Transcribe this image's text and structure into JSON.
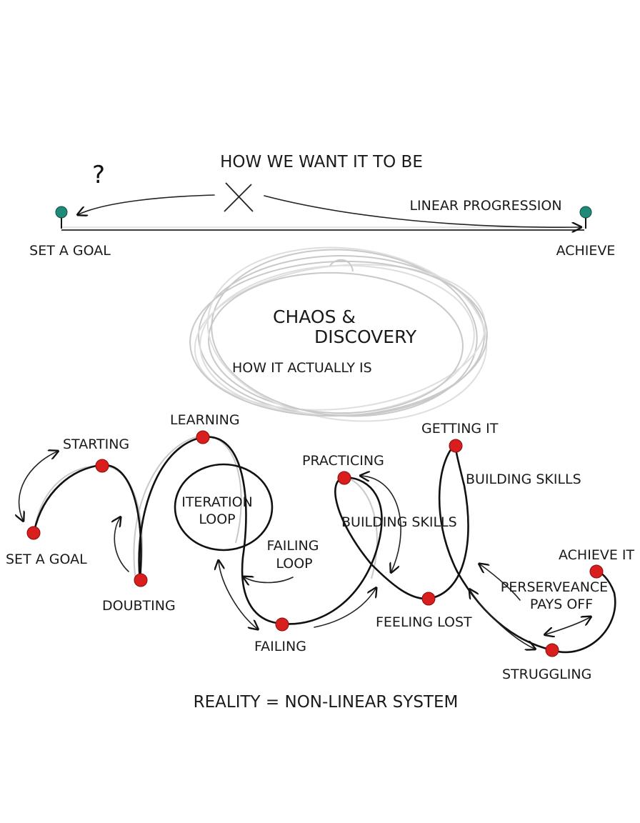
{
  "top": {
    "heading": "HOW WE WANT IT TO BE",
    "question_mark": "?",
    "cross_mark": "✕",
    "linear_label": "LINEAR PROGRESSION",
    "start_label": "SET A GOAL",
    "end_label": "ACHIEVE"
  },
  "cloud": {
    "title_line1": "CHAOS &",
    "title_line2": "DISCOVERY",
    "subtitle": "HOW IT ACTUALLY IS"
  },
  "stages": {
    "set_goal": "SET A GOAL",
    "starting": "STARTING",
    "learning": "LEARNING",
    "doubting": "DOUBTING",
    "iteration_line1": "ITERATION",
    "iteration_line2": "LOOP",
    "failing_loop_line1": "FAILING",
    "failing_loop_line2": "LOOP",
    "failing": "FAILING",
    "practicing": "PRACTICING",
    "building_skills_mid": "BUILDING SKILLS",
    "getting_it": "GETTING IT",
    "building_skills_right": "BUILDING SKILLS",
    "feeling_lost": "FEELING LOST",
    "achieve_it": "ACHIEVE IT",
    "perseverance_line1": "PERSERVEANCE",
    "perseverance_line2": "PAYS OFF",
    "struggling": "STRUGGLING"
  },
  "footer": {
    "equation": "REALITY = NON-LINEAR SYSTEM"
  },
  "colors": {
    "node": "#d91e1e",
    "pin": "#1f8a78",
    "ink": "#111111",
    "ghost": "#c9c9c9"
  }
}
